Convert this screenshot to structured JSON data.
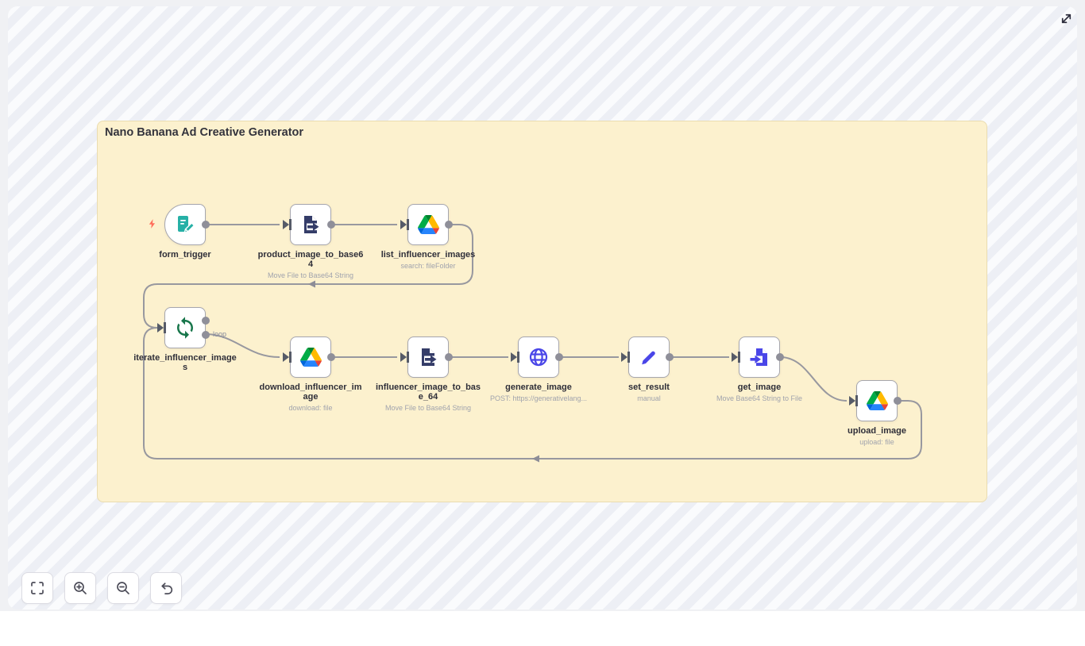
{
  "canvas": {
    "sticky": {
      "title": "Nano Banana Ad Creative Generator",
      "color": "#fcf1ce"
    },
    "loop_label": "loop",
    "nodes": [
      {
        "name": "form_trigger",
        "subtitle": "",
        "icon": "form-edit-icon",
        "type": "trigger"
      },
      {
        "name": "product_image_to_base64",
        "subtitle": "Move File to Base64 String",
        "icon": "extract-from-file-icon"
      },
      {
        "name": "list_influencer_images",
        "subtitle": "search: fileFolder",
        "icon": "google-drive-icon"
      },
      {
        "name": "iterate_influencer_images",
        "subtitle": "",
        "icon": "loop-icon"
      },
      {
        "name": "download_influencer_image",
        "subtitle": "download: file",
        "icon": "google-drive-icon"
      },
      {
        "name": "influencer_image_to_base_64",
        "subtitle": "Move File to Base64 String",
        "icon": "extract-from-file-icon"
      },
      {
        "name": "generate_image",
        "subtitle": "POST: https://generativelang...",
        "icon": "globe-icon"
      },
      {
        "name": "set_result",
        "subtitle": "manual",
        "icon": "pencil-icon"
      },
      {
        "name": "get_image",
        "subtitle": "Move Base64 String to File",
        "icon": "convert-to-file-icon"
      },
      {
        "name": "upload_image",
        "subtitle": "upload: file",
        "icon": "google-drive-icon"
      }
    ]
  },
  "icons": {
    "form-edit-icon": "document-with-pencil",
    "extract-from-file-icon": "file-with-arrow-out",
    "convert-to-file-icon": "file-with-arrow-in",
    "google-drive-icon": "google-drive-triangle",
    "loop-icon": "sync-arrows",
    "globe-icon": "globe",
    "pencil-icon": "pencil",
    "lightning-icon": "bolt"
  },
  "colors": {
    "sticky_bg": "#fcf1ce",
    "wire": "#98989f",
    "teal": "#26b0a6",
    "navy": "#343c68",
    "indigo": "#4a46e8",
    "green": "#18764b",
    "bolt": "#ff6d5a"
  },
  "controls": {
    "buttons": [
      "fit-view",
      "zoom-in",
      "zoom-out",
      "reset-zoom"
    ],
    "expand": "expand"
  }
}
